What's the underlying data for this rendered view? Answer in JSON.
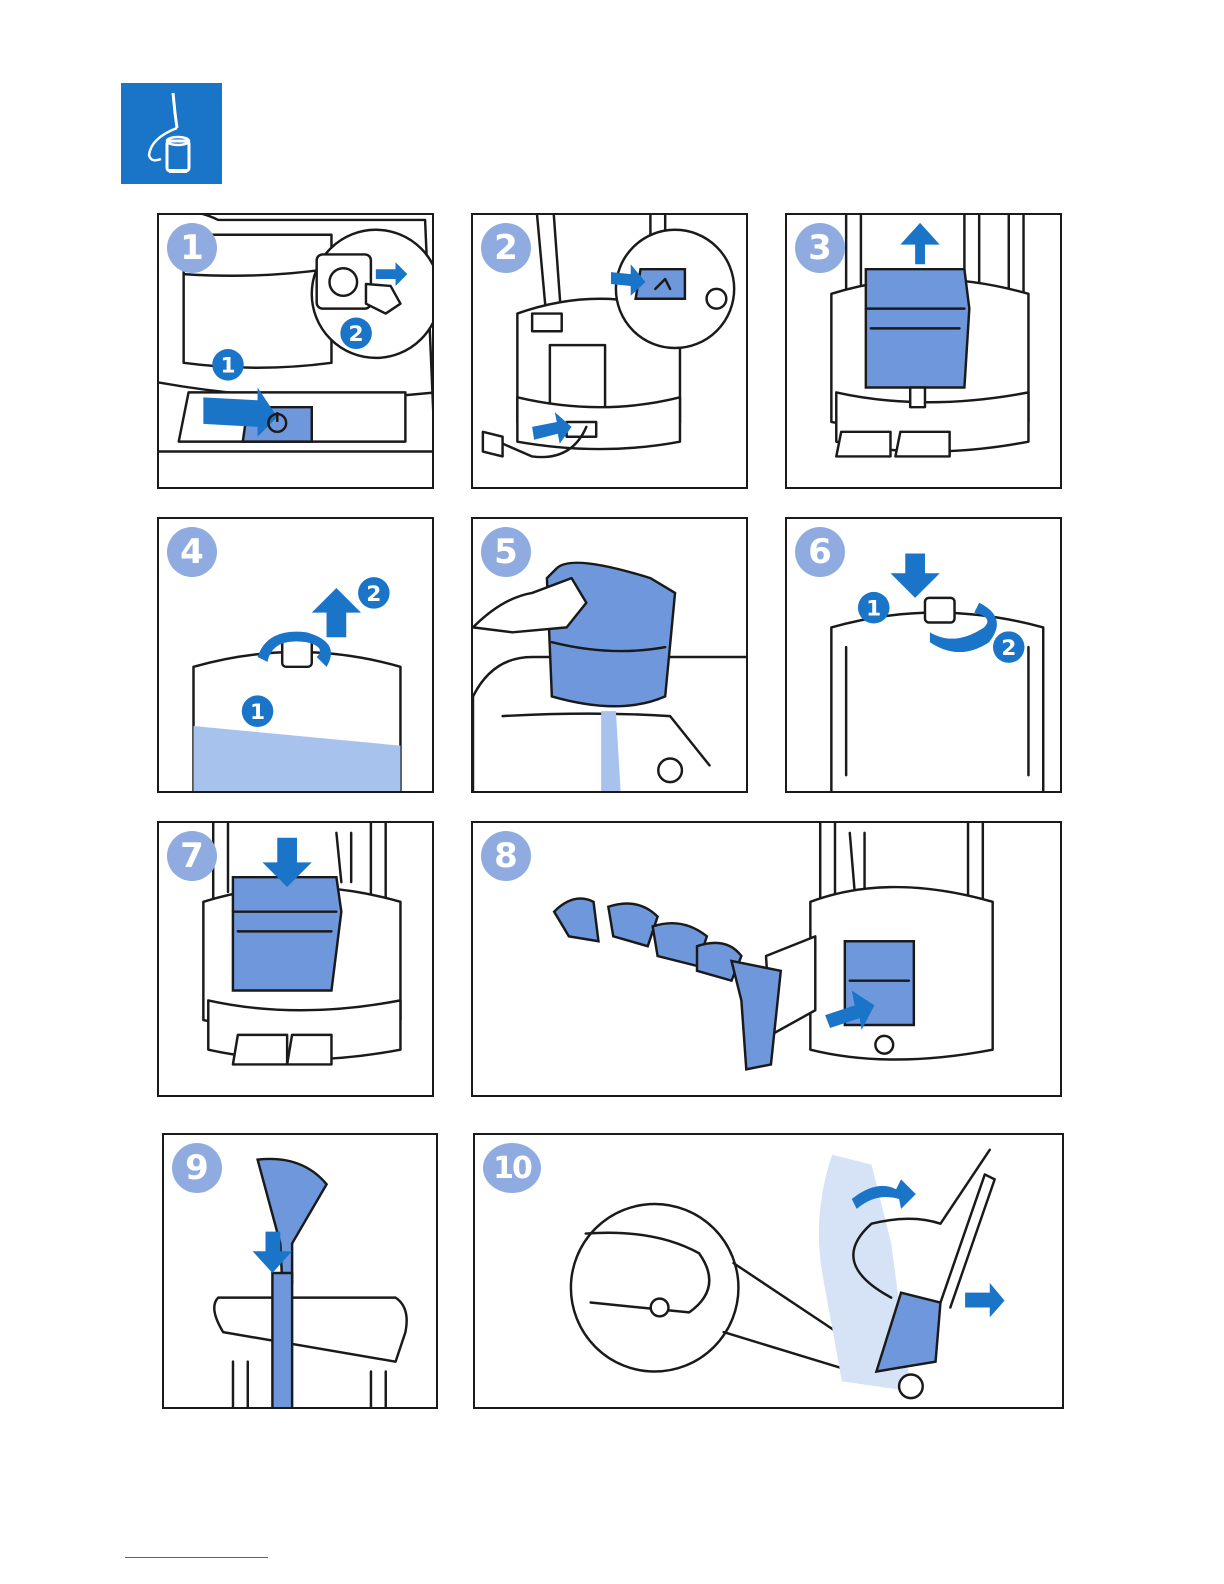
{
  "header": {
    "icon": "garment-steamer-icon",
    "accent_color": "#1a74c8"
  },
  "steps": [
    {
      "number": "1",
      "callouts": [
        "1",
        "2"
      ]
    },
    {
      "number": "2"
    },
    {
      "number": "3"
    },
    {
      "number": "4",
      "callouts": [
        "1",
        "2"
      ]
    },
    {
      "number": "5"
    },
    {
      "number": "6",
      "callouts": [
        "1",
        "2"
      ]
    },
    {
      "number": "7"
    },
    {
      "number": "8"
    },
    {
      "number": "9"
    },
    {
      "number": "10"
    }
  ],
  "colors": {
    "step_badge": "#8fabe0",
    "highlight": "#6f98dc",
    "arrow": "#1a74c8"
  }
}
